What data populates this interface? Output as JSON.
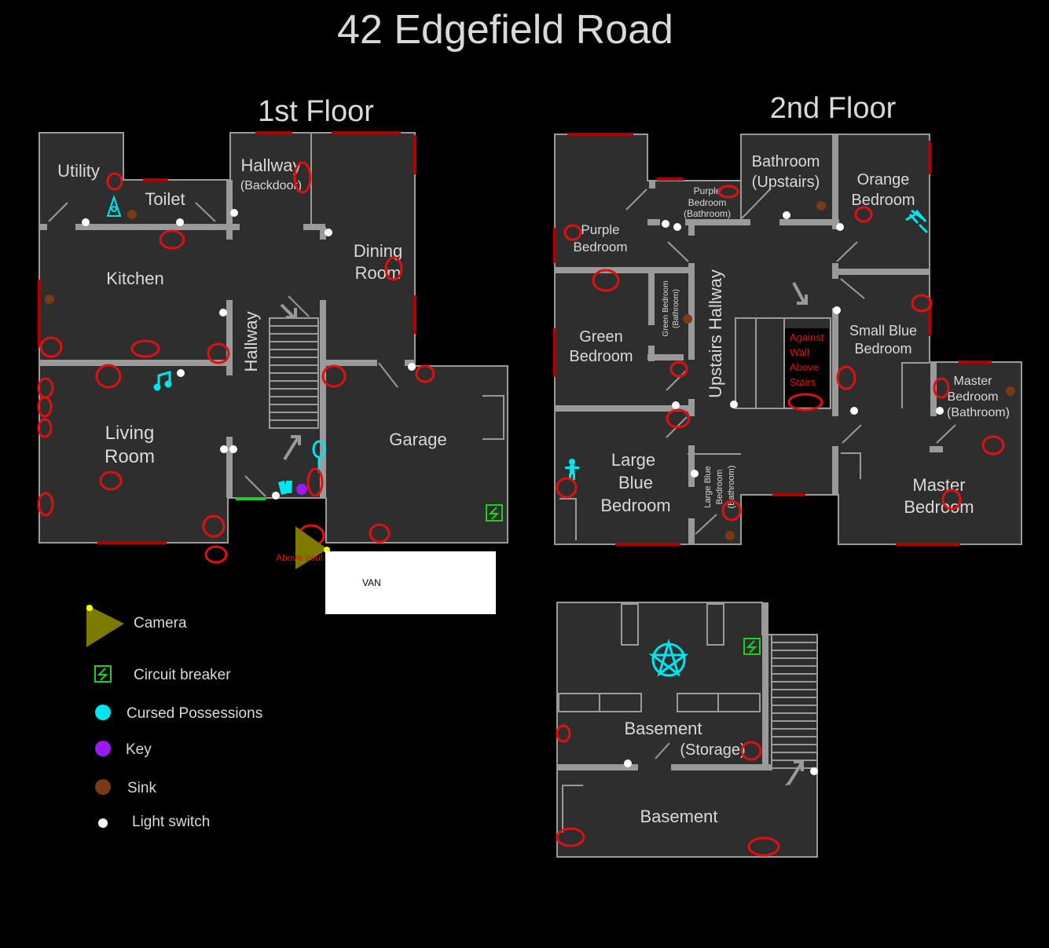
{
  "title": "42 Edgefield Road",
  "floors": {
    "first": "1st Floor",
    "second": "2nd Floor"
  },
  "rooms": {
    "utility": "Utility",
    "toilet": "Toilet",
    "hallway_backdoor_1": "Hallway",
    "hallway_backdoor_2": "(Backdoor)",
    "dining_1": "Dining",
    "dining_2": "Room",
    "kitchen": "Kitchen",
    "hallway": "Hallway",
    "living_1": "Living",
    "living_2": "Room",
    "garage": "Garage",
    "purple_bedroom_1": "Purple",
    "purple_bedroom_2": "Bedroom",
    "purple_bath_1": "Purple",
    "purple_bath_2": "Bedroom",
    "purple_bath_3": "(Bathroom)",
    "bathroom_up_1": "Bathroom",
    "bathroom_up_2": "(Upstairs)",
    "orange_1": "Orange",
    "orange_2": "Bedroom",
    "green_bath_1": "Green Bedroom",
    "green_bath_2": "(Bathroom)",
    "green_1": "Green",
    "green_2": "Bedroom",
    "upstairs_hallway": "Upstairs Hallway",
    "small_blue_1": "Small Blue",
    "small_blue_2": "Bedroom",
    "master_bath_1": "Master",
    "master_bath_2": "Bedroom",
    "master_bath_3": "(Bathroom)",
    "large_blue_1": "Large",
    "large_blue_2": "Blue",
    "large_blue_3": "Bedroom",
    "large_blue_bath_1": "Large Blue",
    "large_blue_bath_2": "Bedroom",
    "large_blue_bath_3": "(Bathroom)",
    "master_1": "Master",
    "master_2": "Bedroom",
    "basement_storage_1": "Basement",
    "basement_storage_2": "(Storage)",
    "basement": "Basement"
  },
  "notes": {
    "against_wall": [
      "Against",
      "Wall",
      "Above",
      "Stairs"
    ],
    "above_you": "Above you!",
    "van": "VAN"
  },
  "legend": {
    "camera": "Camera",
    "circuit_breaker": "Circuit breaker",
    "cursed": "Cursed Possessions",
    "key": "Key",
    "sink": "Sink",
    "light_switch": "Light switch"
  },
  "colors": {
    "background": "#000000",
    "floor": "#2e2e2e",
    "wall": "#9a9a9a",
    "window": "#b00000",
    "hiding_spot": "#e01010",
    "cursed": "#00e5ee",
    "key": "#9b19f5",
    "sink": "#7a3a14",
    "light_switch": "#ffffff",
    "breaker": "#19d219",
    "camera": "#7c7a00"
  }
}
